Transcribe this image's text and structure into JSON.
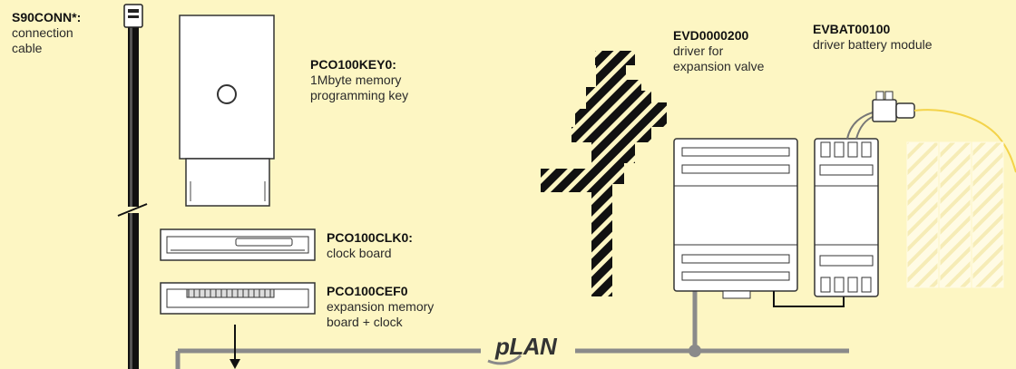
{
  "components": {
    "s90conn": {
      "code": "S90CONN*:",
      "desc_line1": "connection",
      "desc_line2": "cable"
    },
    "key": {
      "code": "PCO100KEY0:",
      "desc_line1": "1Mbyte memory",
      "desc_line2": "programming key"
    },
    "clk": {
      "code": "PCO100CLK0:",
      "desc_line1": "clock board"
    },
    "cef": {
      "code": "PCO100CEF0",
      "desc_line1": "expansion memory",
      "desc_line2": "board + clock"
    },
    "evd": {
      "code": "EVD0000200",
      "desc_line1": "driver for",
      "desc_line2": "expansion valve"
    },
    "evbat": {
      "code": "EVBAT00100",
      "desc_line1": "driver battery module"
    }
  },
  "network": {
    "label": "pLAN"
  },
  "colors": {
    "background": "#fdf6c3",
    "line": "#888888",
    "cable": "#111111",
    "yellow_wire": "#f3d34a"
  }
}
